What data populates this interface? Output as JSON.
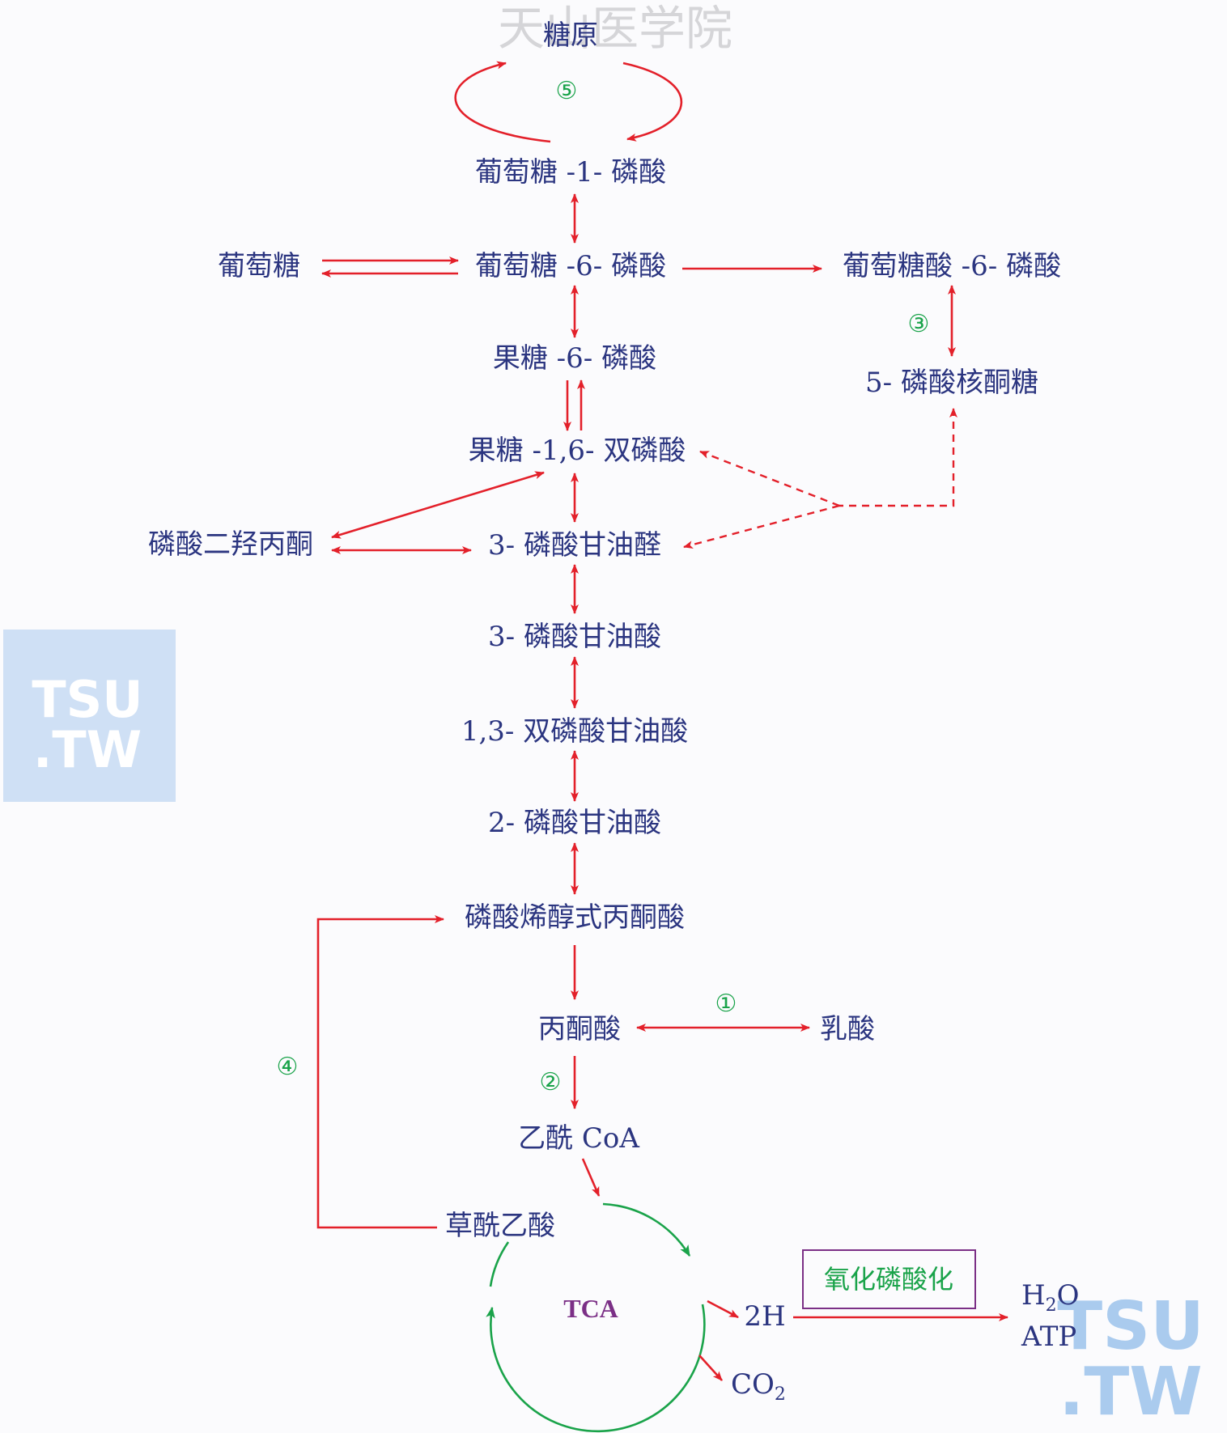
{
  "watermark_top": "天山医学院",
  "nodes": {
    "glycogen": "糖原",
    "g1p": "葡萄糖 -1- 磷酸",
    "glucose": "葡萄糖",
    "g6p": "葡萄糖 -6- 磷酸",
    "gluconate6p": "葡萄糖酸 -6- 磷酸",
    "f6p": "果糖 -6- 磷酸",
    "ribulose5p": "5- 磷酸核酮糖",
    "f16bp": "果糖 -1,6- 双磷酸",
    "dhap": "磷酸二羟丙酮",
    "g3p": "3- 磷酸甘油醛",
    "pga3": "3- 磷酸甘油酸",
    "bpg13": "1,3- 双磷酸甘油酸",
    "pga2": "2- 磷酸甘油酸",
    "pep": "磷酸烯醇式丙酮酸",
    "pyruvate": "丙酮酸",
    "lactate": "乳酸",
    "acetylcoa": "乙酰 CoA",
    "oxaloacetate": "草酰乙酸",
    "tca": "TCA",
    "h2": "2H",
    "co2": "CO",
    "co2_sub": "2",
    "h2o": "H",
    "h2o_sub": "2",
    "h2o_end": "O",
    "atp": "ATP",
    "oxphos": "氧化磷酸化"
  },
  "markers": {
    "m1": "①",
    "m2": "②",
    "m3": "③",
    "m4": "④",
    "m5": "⑤"
  },
  "logos": {
    "left": [
      "TSU",
      ".TW"
    ],
    "right": [
      "TSU",
      ".TW"
    ]
  },
  "colors": {
    "text": "#2b3580",
    "arrow": "#e3202a",
    "cycle": "#1aa34a",
    "tca": "#7b2f86",
    "logo_bg": "#cfe0f5",
    "logo_text": "#ffffff"
  }
}
